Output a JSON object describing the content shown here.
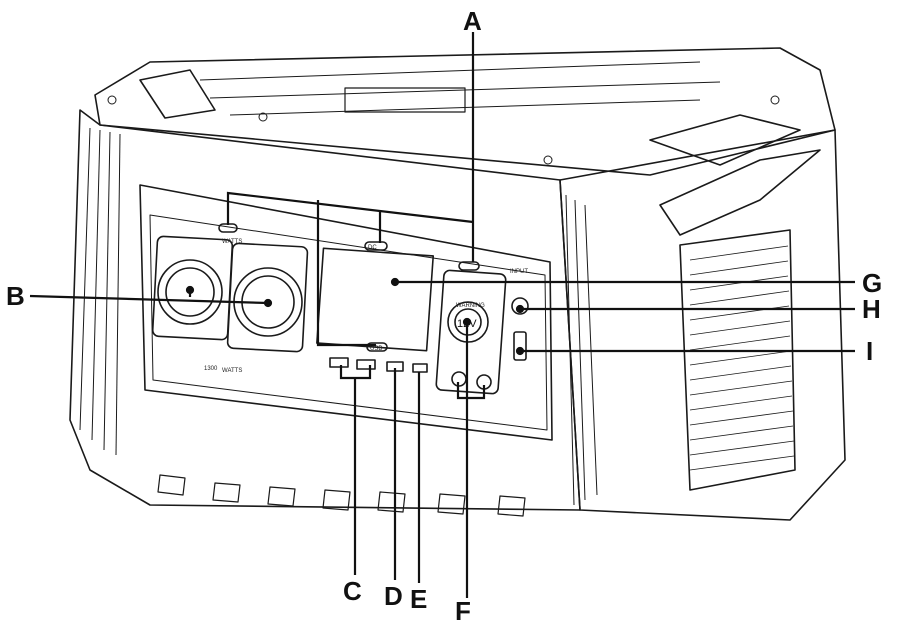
{
  "callouts": {
    "a": "A",
    "b": "B",
    "c": "C",
    "d": "D",
    "e": "E",
    "f": "F",
    "g": "G",
    "h": "H",
    "i": "I"
  },
  "panel_text": {
    "model": "1300",
    "watts": "WATTS",
    "input": "INPUT",
    "warning": "WARNING",
    "carport_volts": "12V",
    "dc": "DC",
    "usb": "USB"
  },
  "icons": [
    "outlet-icon",
    "car-port-icon",
    "usb-port-icon",
    "power-button-icon",
    "lcd-screen-icon"
  ]
}
